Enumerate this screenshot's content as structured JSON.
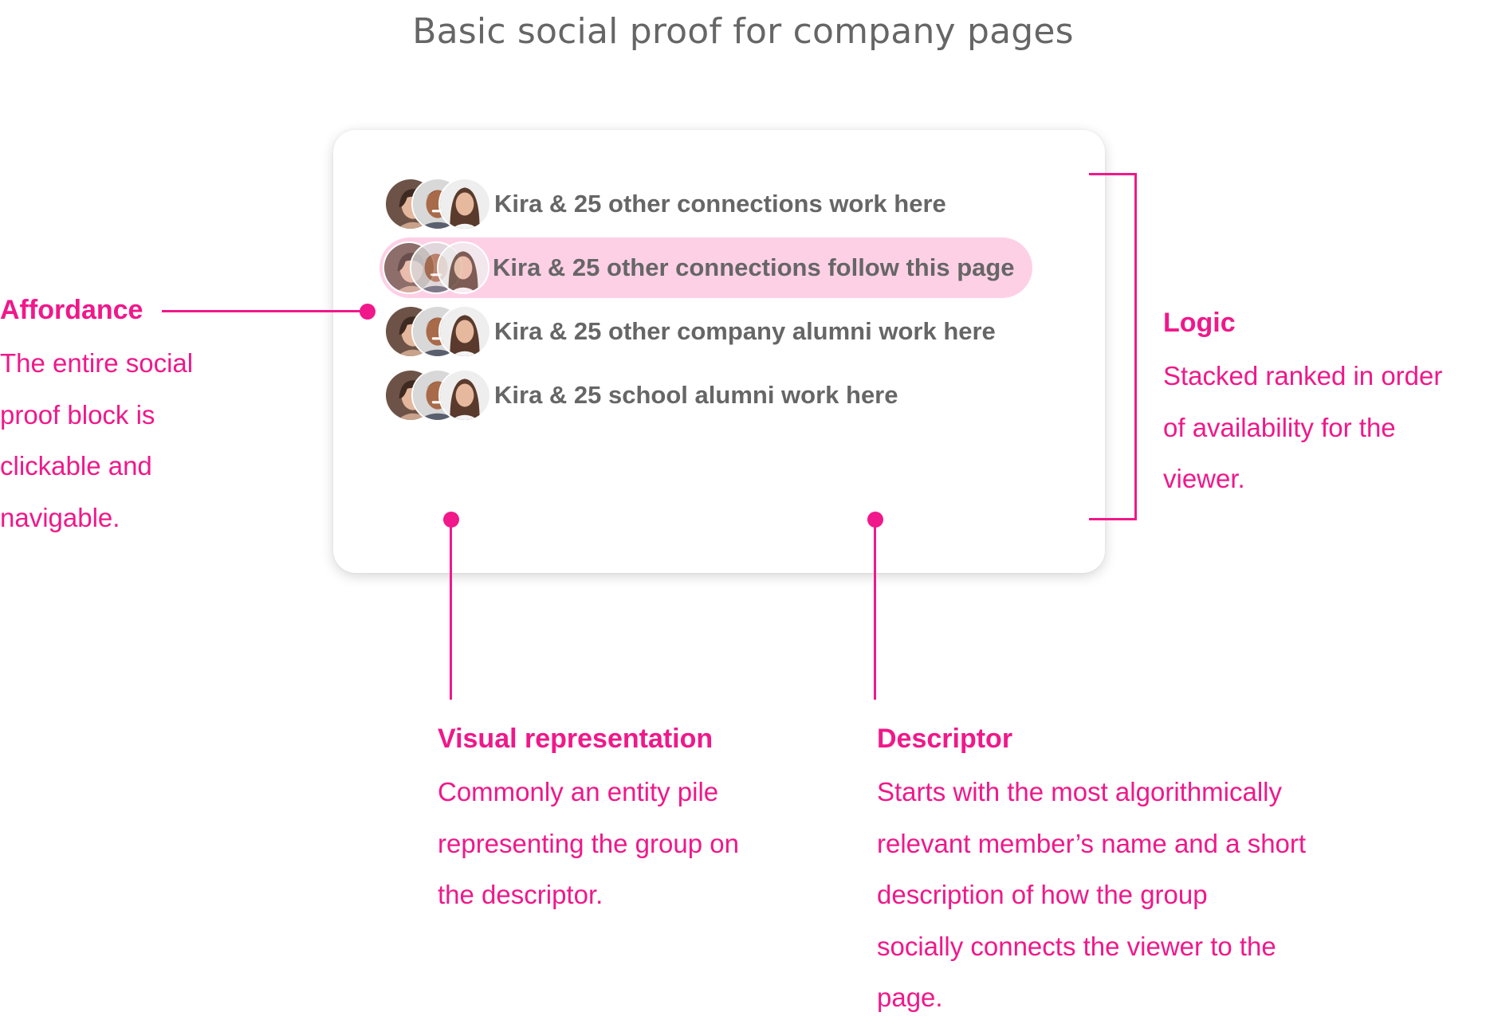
{
  "title": "Basic social proof for company pages",
  "rows": [
    {
      "label": "Kira & 25 other connections work here",
      "highlighted": false
    },
    {
      "label": "Kira & 25 other connections follow this page",
      "highlighted": true
    },
    {
      "label": "Kira & 25 other company alumni work here",
      "highlighted": false
    },
    {
      "label": "Kira & 25 school alumni work here",
      "highlighted": false
    }
  ],
  "annotations": {
    "affordance": {
      "heading": "Affordance",
      "lines": [
        "The entire social",
        "proof block is",
        "clickable and",
        "navigable."
      ]
    },
    "logic": {
      "heading": "Logic",
      "lines": [
        "Stacked ranked in order",
        "of availability for the",
        "viewer."
      ]
    },
    "visual": {
      "heading": "Visual representation",
      "lines": [
        "Commonly an entity pile",
        "representing the group on",
        "the descriptor."
      ]
    },
    "descriptor": {
      "heading": "Descriptor",
      "lines": [
        "Starts with the most algorithmically",
        "relevant member’s name and a short",
        "description of how the group",
        "socially connects the viewer to the",
        "page."
      ]
    }
  },
  "colors": {
    "accent": "#f0188a",
    "highlight": "#fed0e6",
    "text": "#666666"
  }
}
